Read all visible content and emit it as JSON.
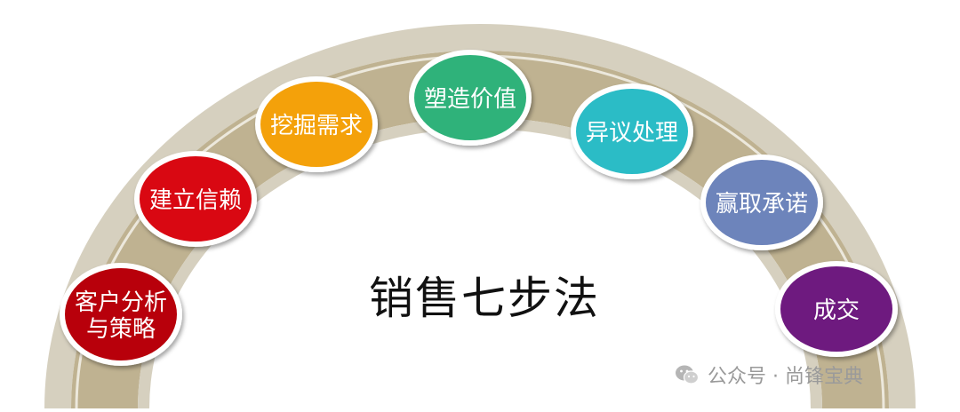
{
  "title": "销售七步法",
  "arc": {
    "outer_color": "#d6d0bf",
    "band_color": "#bfb291",
    "inner_line_color": "#ece8dc"
  },
  "steps": [
    {
      "label_lines": [
        "客户分析",
        "与策略"
      ],
      "color": "#b8000b"
    },
    {
      "label_lines": [
        "建立信赖"
      ],
      "color": "#d90812"
    },
    {
      "label_lines": [
        "挖掘需求"
      ],
      "color": "#f4a10a"
    },
    {
      "label_lines": [
        "塑造价值"
      ],
      "color": "#2fb27a"
    },
    {
      "label_lines": [
        "异议处理"
      ],
      "color": "#2bbcc6"
    },
    {
      "label_lines": [
        "赢取承诺"
      ],
      "color": "#6d84bb"
    },
    {
      "label_lines": [
        "成交"
      ],
      "color": "#6e1a7f"
    }
  ],
  "watermark": {
    "icon": "wechat-icon",
    "text": "公众号 · 尚锋宝典"
  }
}
